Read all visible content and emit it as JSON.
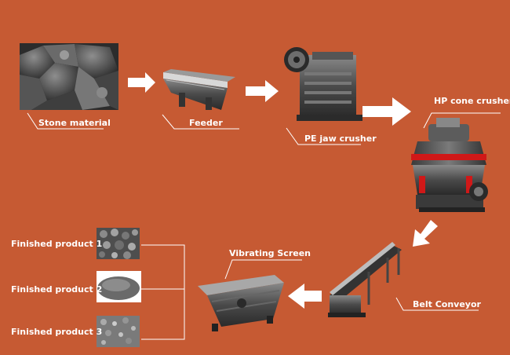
{
  "labels": {
    "stone": "Stone material",
    "feeder": "Feeder",
    "jaw": "PE jaw crusher",
    "cone": "HP cone crusher",
    "belt": "Belt Conveyor",
    "screen": "Vibrating Screen",
    "p1": "Finished product 1",
    "p2": "Finished product 2",
    "p3": "Finished product 3"
  },
  "icons": {
    "stone": "stone-pile-icon",
    "feeder": "vibrating-feeder-icon",
    "jaw": "jaw-crusher-icon",
    "cone": "cone-crusher-icon",
    "belt": "belt-conveyor-icon",
    "screen": "vibrating-screen-icon",
    "p1": "coarse-gravel-icon",
    "p2": "fine-sand-icon",
    "p3": "medium-gravel-icon"
  },
  "colors": {
    "background": "#c65a33",
    "label": "#ffffff",
    "arrow": "#ffffff",
    "cone_accent": "#d01818"
  }
}
